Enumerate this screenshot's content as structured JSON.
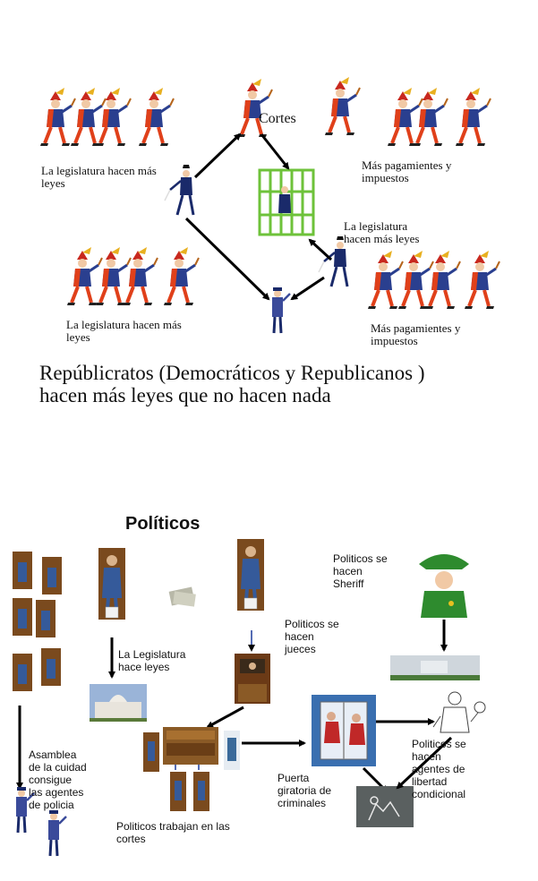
{
  "top": {
    "cortes_label": "Cortes",
    "legis_left_top": [
      "La legislatura hacen más",
      "leyes"
    ],
    "legis_left_bottom": [
      "La legislatura hacen más",
      "leyes"
    ],
    "legis_right": [
      "La legislatura",
      "hacen más leyes"
    ],
    "pagos_top": [
      "Más pagamientes y",
      "impuestos"
    ],
    "pagos_bottom": [
      "Más pagamientes y",
      "impuestos"
    ],
    "caption": [
      "Repúblicratos (Democráticos y Republicanos )",
      "hacen más leyes que no hacen nada"
    ]
  },
  "bottom": {
    "title": "Políticos",
    "legislatura": [
      "La Legislatura",
      "hace leyes"
    ],
    "jueces": [
      "Politicos se",
      "hacen",
      "jueces"
    ],
    "sheriff": [
      "Politicos se",
      "hacen",
      "Sheriff"
    ],
    "asamblea": [
      "Asamblea",
      "de la cuidad",
      "consigue",
      "las agentes",
      "de policia"
    ],
    "cortes": [
      "Politicos trabajan en las",
      "cortes"
    ],
    "puerta": [
      "Puerta",
      "giratoria de",
      "criminales"
    ],
    "libertad": [
      "Politicos se",
      "hacen",
      "agentes de",
      "libertad",
      "condicional"
    ]
  },
  "colors": {
    "jester_body": "#2a3f8f",
    "jester_legs": "#e0401a",
    "jester_hat": "#c8281e",
    "cell_bars": "#6ec23a",
    "statue_suit": "#355a9a",
    "wood": "#7a4a1e",
    "sheriff_green": "#2e8b2e",
    "door_blue": "#3a6fb0"
  }
}
